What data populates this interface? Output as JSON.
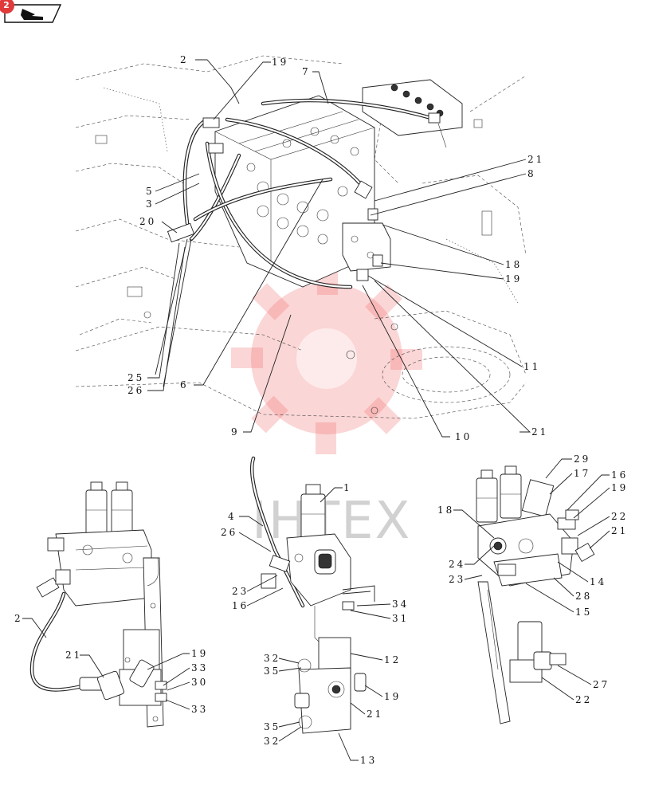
{
  "toolbar": {
    "nav_icon": "hand-pointer-icon",
    "badge_number": "2"
  },
  "watermark": {
    "text": "IHTEX",
    "accent_color": "#f06b6b"
  },
  "callouts": {
    "top": [
      "2",
      "19",
      "7",
      "21",
      "8",
      "5",
      "3",
      "20",
      "18",
      "19",
      "11",
      "25",
      "26",
      "6",
      "21",
      "9",
      "10"
    ],
    "left": [
      "2",
      "21",
      "19",
      "33",
      "30",
      "33"
    ],
    "middle": [
      "1",
      "4",
      "26",
      "23",
      "16",
      "34",
      "31",
      "32",
      "35",
      "12",
      "19",
      "21",
      "35",
      "32",
      "13"
    ],
    "right": [
      "29",
      "17",
      "16",
      "19",
      "18",
      "22",
      "21",
      "24",
      "23",
      "14",
      "28",
      "15",
      "27",
      "22"
    ]
  }
}
